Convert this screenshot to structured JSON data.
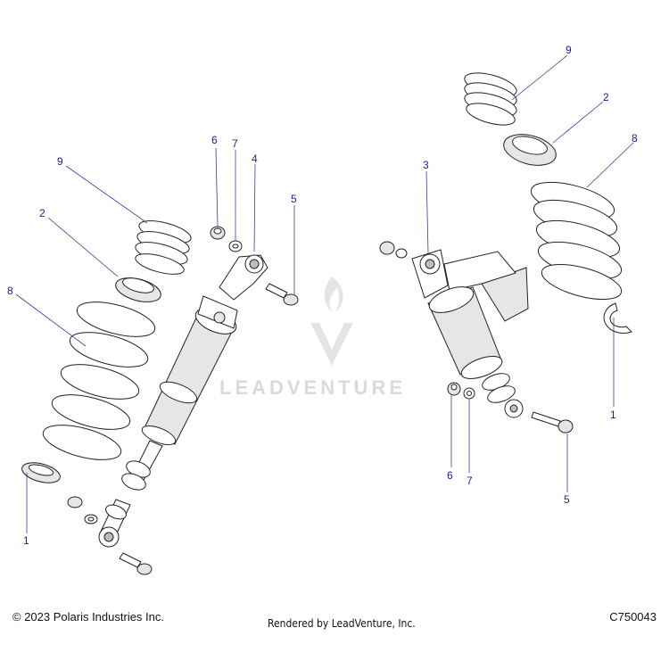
{
  "callouts": {
    "left": {
      "c9": "9",
      "c2": "2",
      "c8": "8",
      "c1": "1",
      "c6": "6",
      "c7": "7",
      "c4": "4",
      "c5": "5"
    },
    "right": {
      "c9": "9",
      "c2": "2",
      "c8": "8",
      "c1": "1",
      "c3": "3",
      "c6": "6",
      "c7": "7",
      "c5": "5"
    }
  },
  "watermark": {
    "text": "LEADVENTURE"
  },
  "footer": {
    "copyright": "© 2023 Polaris Industries Inc.",
    "rendered_by": "Rendered by LeadVenture, Inc.",
    "diagram_code": "C750043"
  },
  "colors": {
    "callout": "#1c1c9c",
    "watermark": "#d6d6d6"
  }
}
